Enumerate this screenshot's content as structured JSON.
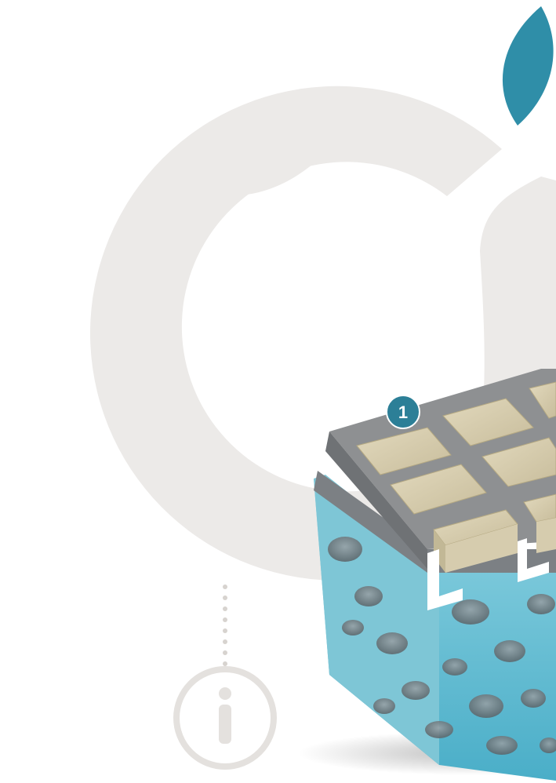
{
  "colors": {
    "background": "#ffffff",
    "logo_gray": "#eceae8",
    "leaf_teal": "#2f8ea8",
    "badge_fill": "#2c7f97",
    "paver_tan": "#d6ccae",
    "grid_gray": "#8e9092",
    "water_blue": "#6fc3d6",
    "info_gray": "#e4e1de"
  },
  "icons": {
    "logo": "circular-leaf-logo",
    "leaf": "teal-leaf-icon",
    "info": "info-icon",
    "connector": "dotted-connector"
  },
  "callouts": [
    {
      "number": "1"
    }
  ]
}
